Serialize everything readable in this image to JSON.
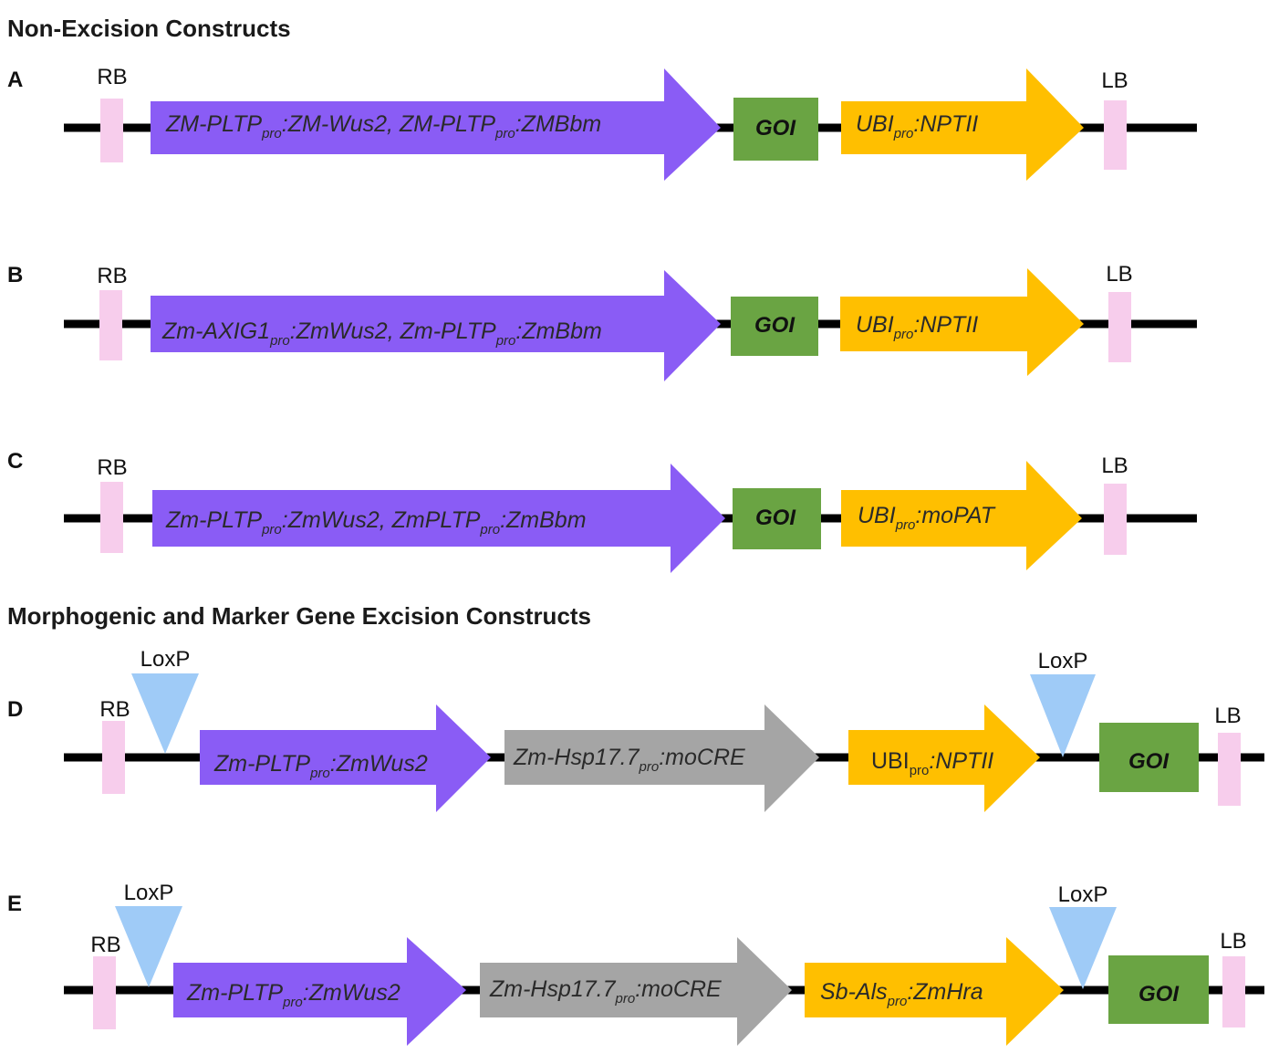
{
  "headings": {
    "non_excision": "Non-Excision  Constructs",
    "excision": "Morphogenic and Marker Gene Excision  Constructs"
  },
  "constructs": [
    {
      "id": "A",
      "rb": "RB",
      "lb": "LB",
      "morphogenic": [
        {
          "t": "ZM-PLTP"
        },
        {
          "t": "pro",
          "sub": true
        },
        {
          "t": ":ZM-Wus2,  ZM-PLTP"
        },
        {
          "t": "pro",
          "sub": true
        },
        {
          "t": ":ZMBbm"
        }
      ],
      "goi": "GOI",
      "marker": [
        {
          "t": "UBI"
        },
        {
          "t": "pro",
          "sub": true
        },
        {
          "t": ":NPTII"
        }
      ]
    },
    {
      "id": "B",
      "rb": "RB",
      "lb": "LB",
      "morphogenic": [
        {
          "t": "Zm-AXIG1"
        },
        {
          "t": "pro",
          "sub": true
        },
        {
          "t": ":ZmWus2, Zm-PLTP"
        },
        {
          "t": "pro",
          "sub": true
        },
        {
          "t": ":ZmBbm"
        }
      ],
      "goi": "GOI",
      "marker": [
        {
          "t": "UBI"
        },
        {
          "t": "pro",
          "sub": true
        },
        {
          "t": ":NPTII"
        }
      ]
    },
    {
      "id": "C",
      "rb": "RB",
      "lb": "LB",
      "morphogenic": [
        {
          "t": "Zm-PLTP"
        },
        {
          "t": "pro",
          "sub": true
        },
        {
          "t": ":ZmWus2, ZmPLTP"
        },
        {
          "t": "pro",
          "sub": true
        },
        {
          "t": ":ZmBbm"
        }
      ],
      "goi": "GOI",
      "marker": [
        {
          "t": "UBI"
        },
        {
          "t": "pro",
          "sub": true
        },
        {
          "t": ":moPAT"
        }
      ]
    },
    {
      "id": "D",
      "rb": "RB",
      "lb": "LB",
      "loxp_left": "LoxP",
      "loxp_right": "LoxP",
      "morphogenic": [
        {
          "t": "Zm-PLTP"
        },
        {
          "t": "pro",
          "sub": true
        },
        {
          "t": ":ZmWus2"
        }
      ],
      "cre": [
        {
          "t": "Zm-Hsp17.7"
        },
        {
          "t": "pro",
          "sub": true
        },
        {
          "t": ":moCRE"
        }
      ],
      "marker": [
        {
          "t": "UBI",
          "upright": true
        },
        {
          "t": "pro",
          "sub": true,
          "upright": true
        },
        {
          "t": ":NPTII"
        }
      ],
      "goi": "GOI"
    },
    {
      "id": "E",
      "rb": "RB",
      "lb": "LB",
      "loxp_left": "LoxP",
      "loxp_right": "LoxP",
      "morphogenic": [
        {
          "t": "Zm-PLTP"
        },
        {
          "t": "pro",
          "sub": true
        },
        {
          "t": ":ZmWus2"
        }
      ],
      "cre": [
        {
          "t": "Zm-Hsp17.7"
        },
        {
          "t": "pro",
          "sub": true
        },
        {
          "t": ":moCRE"
        }
      ],
      "marker": [
        {
          "t": "Sb-Als"
        },
        {
          "t": "pro",
          "sub": true
        },
        {
          "t": ":ZmHra"
        }
      ],
      "goi": "GOI"
    }
  ],
  "colors": {
    "backbone": "#000000",
    "border": "#f7cdec",
    "morphogenic": "#8a5cf5",
    "cre": "#a5a5a5",
    "marker": "#ffbf00",
    "goi": "#6aa443",
    "loxp": "#9fcbf7"
  }
}
